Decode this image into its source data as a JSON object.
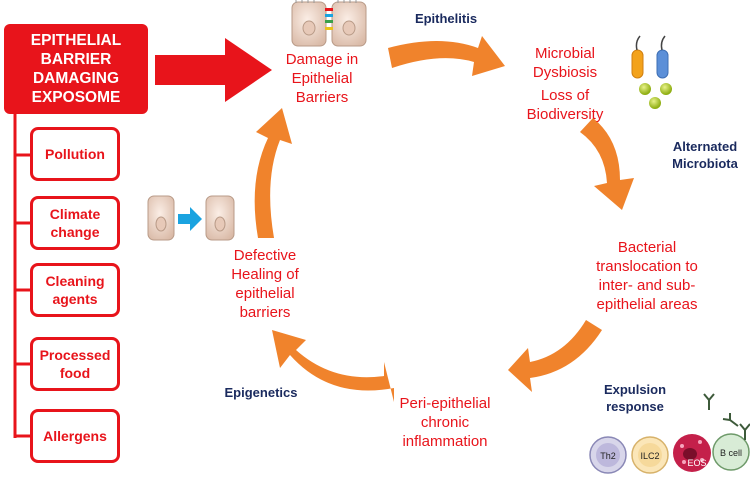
{
  "exposome": {
    "title_lines": [
      "EPITHELIAL",
      "BARRIER",
      "DAMAGING",
      "EXPOSOME"
    ],
    "factors": [
      "Pollution",
      "Climate\nchange",
      "Cleaning\nagents",
      "Processed\nfood",
      "Allergens"
    ]
  },
  "cycle": {
    "nodes": [
      "Damage in\nEpithelial\nBarriers",
      "Microbial\nDysbiosis",
      "Loss of\nBiodiversity",
      "Bacterial\ntranslocation to\ninter- and sub-\nepithelial areas",
      "Peri-epithelial\nchronic\ninflammation",
      "Defective\nHealing of\nepithelial\nbarriers"
    ],
    "labels": {
      "epithelitis": "Epithelitis",
      "microbiota": "Alternated\nMicrobiota",
      "expulsion": "Expulsion\nresponse",
      "epigenetics": "Epigenetics"
    }
  },
  "immune_cells": [
    "Th2",
    "ILC2",
    "EOS",
    "B cell"
  ],
  "colors": {
    "red": "#e8141b",
    "orange": "#f0832c",
    "navy": "#1a2a5e",
    "cyan": "#1aa3e0"
  }
}
